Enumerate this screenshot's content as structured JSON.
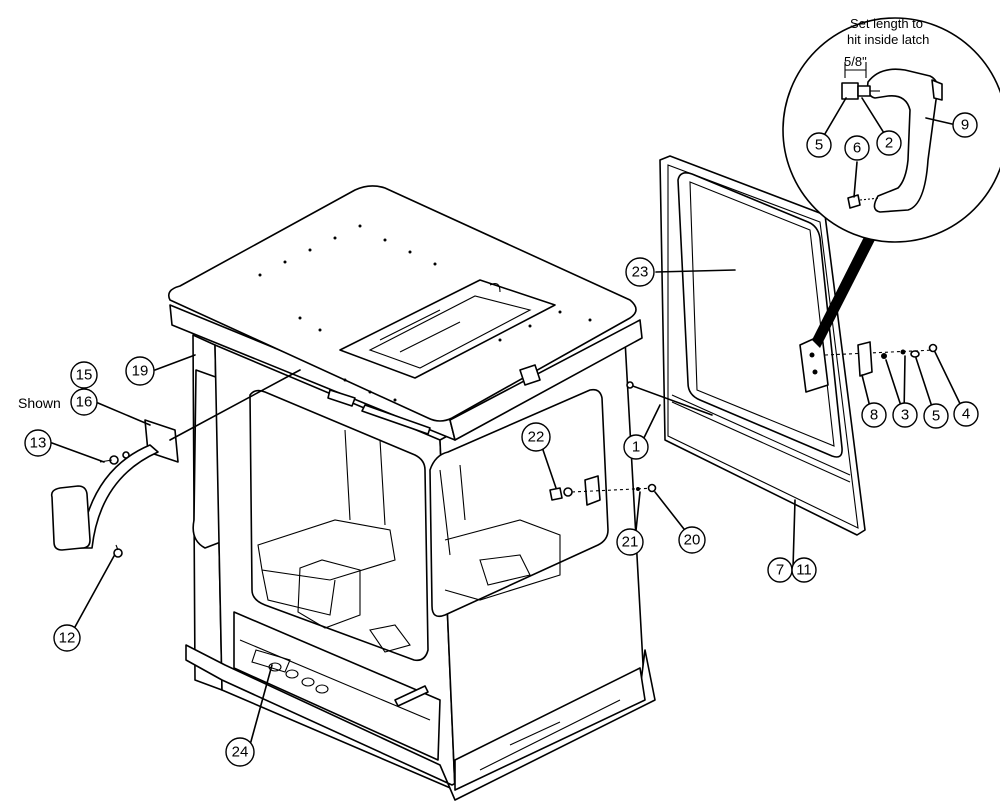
{
  "diagram": {
    "detail_note_line1": "Set length to",
    "detail_note_line2": "hit inside latch",
    "dimension_label": "5/8\"",
    "shown_label": "Shown",
    "callouts": {
      "c1": "1",
      "c2": "2",
      "c3": "3",
      "c4": "4",
      "c5a": "5",
      "c5b": "5",
      "c6": "6",
      "c7": "7",
      "c8": "8",
      "c9": "9",
      "c11": "11",
      "c12": "12",
      "c13": "13",
      "c15": "15",
      "c16": "16",
      "c19": "19",
      "c20": "20",
      "c21": "21",
      "c22": "22",
      "c23": "23",
      "c24": "24"
    }
  }
}
